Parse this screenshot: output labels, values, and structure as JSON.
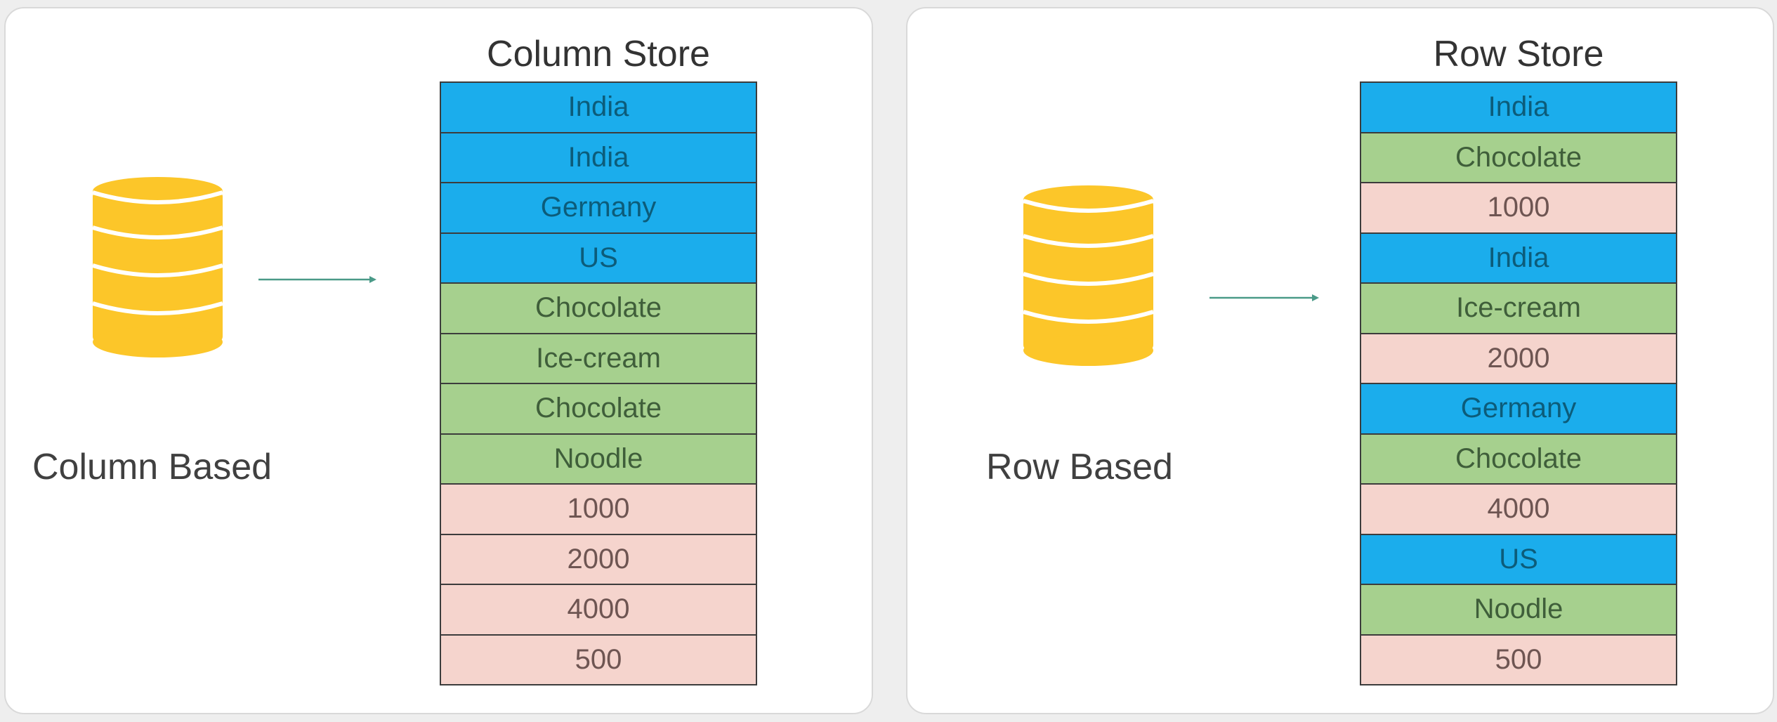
{
  "colors": {
    "blue": "#1badec",
    "green": "#a6d08e",
    "pink": "#f5d4cd",
    "database": "#fcc629",
    "arrow": "#4a9a88"
  },
  "left_panel": {
    "label": "Column Based",
    "title": "Column Store",
    "icon": "database-icon",
    "cells": [
      {
        "text": "India",
        "kind": "blue"
      },
      {
        "text": "India",
        "kind": "blue"
      },
      {
        "text": "Germany",
        "kind": "blue"
      },
      {
        "text": "US",
        "kind": "blue"
      },
      {
        "text": "Chocolate",
        "kind": "green"
      },
      {
        "text": "Ice-cream",
        "kind": "green"
      },
      {
        "text": "Chocolate",
        "kind": "green"
      },
      {
        "text": "Noodle",
        "kind": "green"
      },
      {
        "text": "1000",
        "kind": "pink"
      },
      {
        "text": "2000",
        "kind": "pink"
      },
      {
        "text": "4000",
        "kind": "pink"
      },
      {
        "text": "500",
        "kind": "pink"
      }
    ]
  },
  "right_panel": {
    "label": "Row Based",
    "title": "Row Store",
    "icon": "database-icon",
    "cells": [
      {
        "text": "India",
        "kind": "blue"
      },
      {
        "text": "Chocolate",
        "kind": "green"
      },
      {
        "text": "1000",
        "kind": "pink"
      },
      {
        "text": "India",
        "kind": "blue"
      },
      {
        "text": "Ice-cream",
        "kind": "green"
      },
      {
        "text": "2000",
        "kind": "pink"
      },
      {
        "text": "Germany",
        "kind": "blue"
      },
      {
        "text": "Chocolate",
        "kind": "green"
      },
      {
        "text": "4000",
        "kind": "pink"
      },
      {
        "text": "US",
        "kind": "blue"
      },
      {
        "text": "Noodle",
        "kind": "green"
      },
      {
        "text": "500",
        "kind": "pink"
      }
    ]
  }
}
